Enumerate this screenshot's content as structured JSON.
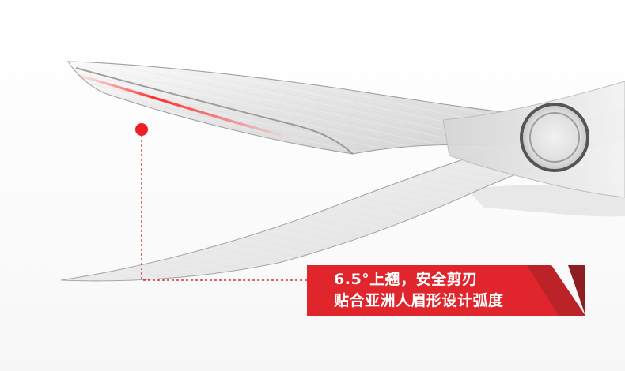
{
  "product_image": {
    "subject": "scissors",
    "callout": {
      "line1": "6.5°上翘，安全剪刃",
      "line2": "贴合亚洲人眉形设计弧度"
    },
    "colors": {
      "accent_red": "#e0262c",
      "dark_red": "#8f1e22",
      "blade_light": "#f2f2f2",
      "blade_mid": "#d9d9d9",
      "blade_dark": "#7a7a7a"
    }
  }
}
